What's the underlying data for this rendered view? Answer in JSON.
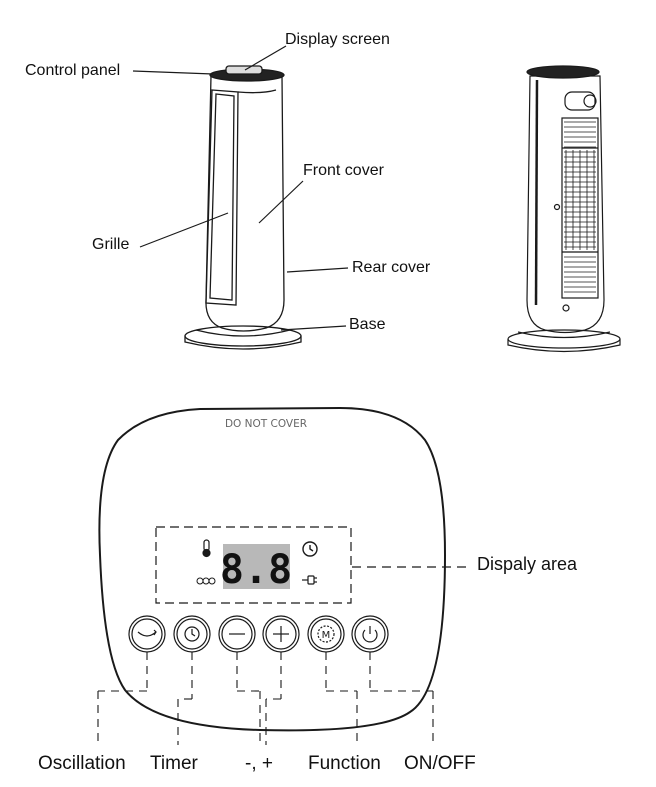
{
  "tower_labels": {
    "display_screen": "Display screen",
    "control_panel": "Control panel",
    "front_cover": "Front cover",
    "grille": "Grille",
    "rear_cover": "Rear cover",
    "base": "Base"
  },
  "panel": {
    "warning": "DO NOT COVER",
    "display_digits": "8.8",
    "display_area_label": "Dispaly area"
  },
  "buttons": [
    {
      "name": "oscillation-button",
      "icon": "oscillation-icon"
    },
    {
      "name": "timer-button",
      "icon": "clock-icon"
    },
    {
      "name": "minus-button",
      "icon": "minus-icon"
    },
    {
      "name": "plus-button",
      "icon": "plus-icon"
    },
    {
      "name": "function-button",
      "icon": "mode-m-icon"
    },
    {
      "name": "power-button",
      "icon": "power-icon"
    }
  ],
  "button_labels": {
    "oscillation": "Oscillation",
    "timer": "Timer",
    "minus_plus": "-, +",
    "function": "Function",
    "on_off": "ON/OFF"
  },
  "colors": {
    "line": "#1a1a1a",
    "display_bg": "#b8b8b8",
    "display_digits": "#111111"
  }
}
